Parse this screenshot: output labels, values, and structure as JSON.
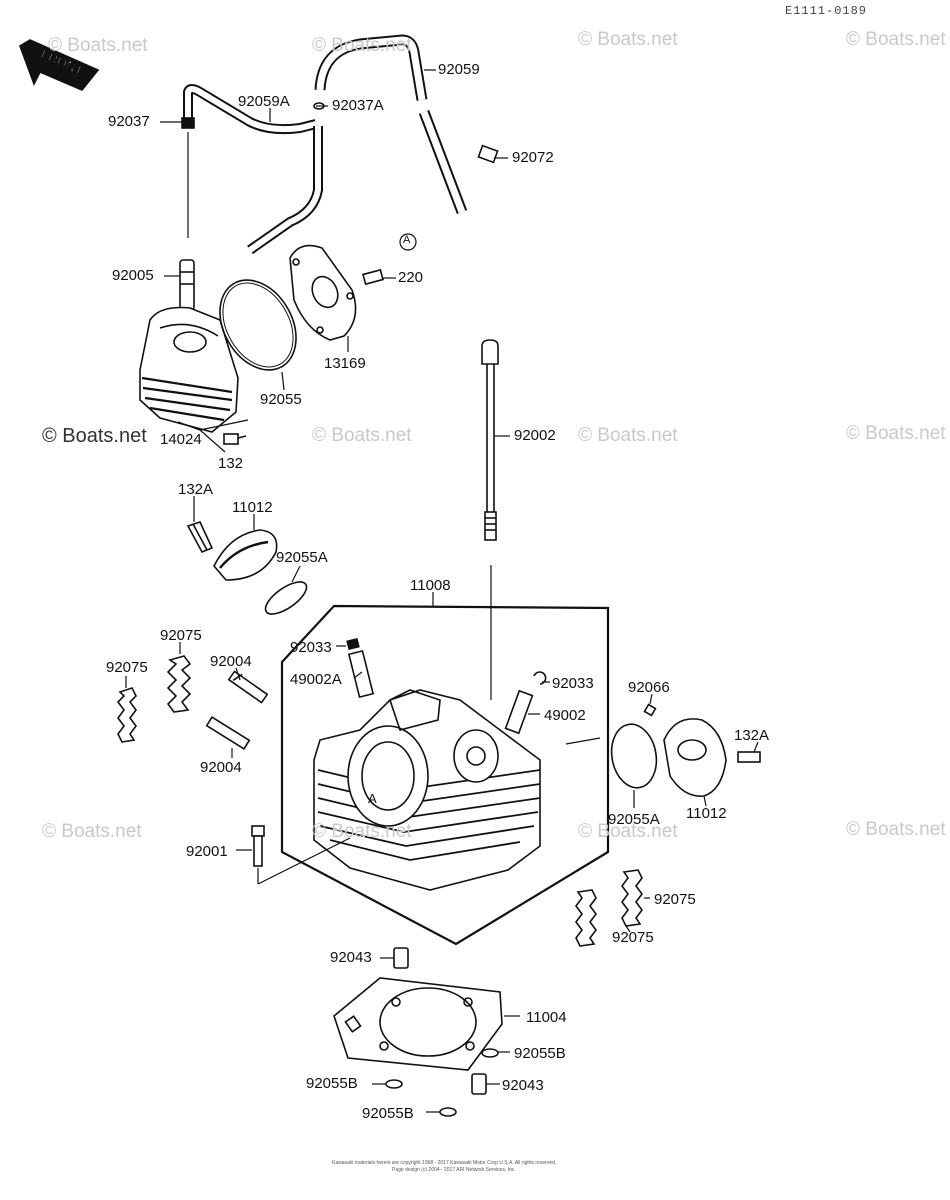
{
  "diagram_code": "E1111-0189",
  "front_label": "FRONT",
  "watermark": "© Boats.net",
  "parts": {
    "p92059": "92059",
    "p92059A": "92059A",
    "p92037A": "92037A",
    "p92037": "92037",
    "p92072": "92072",
    "pA_top": "A",
    "p92005": "92005",
    "p220": "220",
    "p13169": "13169",
    "p92055": "92055",
    "p14024": "14024",
    "p132": "132",
    "p92002": "92002",
    "p132A_1": "132A",
    "p11012_1": "11012",
    "p92055A_1": "92055A",
    "p11008": "11008",
    "p92075_1": "92075",
    "p92075_2": "92075",
    "p92033_1": "92033",
    "p92004_1": "92004",
    "p49002A": "49002A",
    "p92033_2": "92033",
    "p92066": "92066",
    "p49002": "49002",
    "p132A_2": "132A",
    "p92004_2": "92004",
    "p92055A_2": "92055A",
    "p11012_2": "11012",
    "pA_head": "A",
    "p92001": "92001",
    "p92075_3": "92075",
    "p92075_4": "92075",
    "p92043_1": "92043",
    "p11004": "11004",
    "p92055B_1": "92055B",
    "p92055B_2": "92055B",
    "p92043_2": "92043",
    "p92055B_3": "92055B"
  },
  "footer": {
    "line1": "Kawasaki materials herein are copyright 1968 - 2017 Kawasaki Motor Corp U.S.A. All rights reserved.",
    "line2": "Page design (c) 2004 - 2017 ARI Network Services, Inc."
  }
}
